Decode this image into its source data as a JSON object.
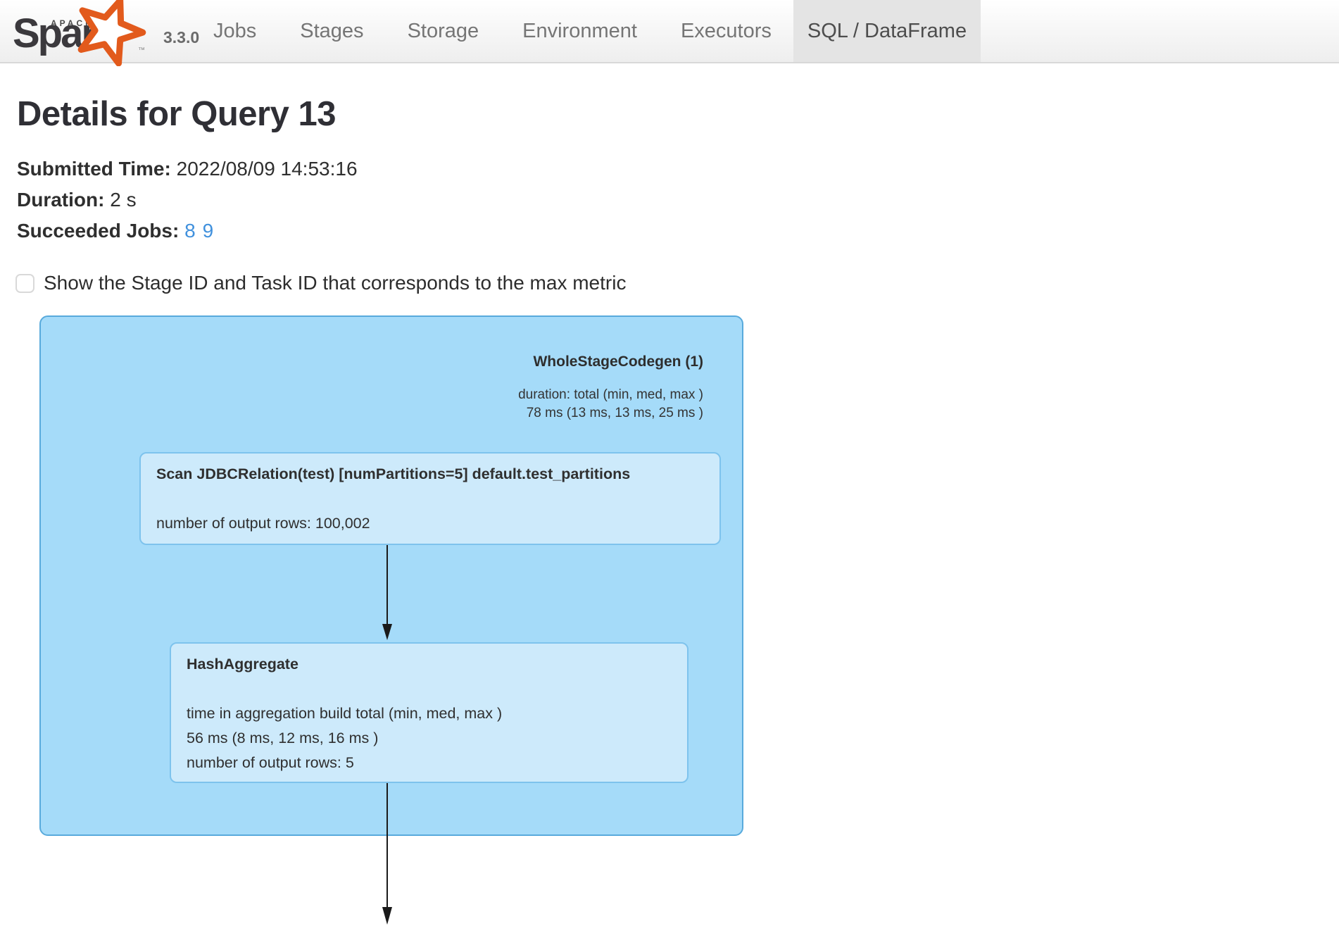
{
  "navbar": {
    "logo": {
      "apache": "APACHE",
      "spark": "Spark",
      "tm": "™",
      "version": "3.3.0"
    },
    "items": [
      {
        "label": "Jobs"
      },
      {
        "label": "Stages"
      },
      {
        "label": "Storage"
      },
      {
        "label": "Environment"
      },
      {
        "label": "Executors"
      },
      {
        "label": "SQL / DataFrame",
        "active": true
      }
    ]
  },
  "page": {
    "title": "Details for Query 13",
    "submitted_time_label": "Submitted Time:",
    "submitted_time_value": "2022/08/09 14:53:16",
    "duration_label": "Duration:",
    "duration_value": "2 s",
    "succeeded_jobs_label": "Succeeded Jobs:",
    "succeeded_jobs": [
      "8",
      "9"
    ],
    "checkbox_label": "Show the Stage ID and Task ID that corresponds to the max metric",
    "checkbox_checked": false
  },
  "plan": {
    "cluster": {
      "title": "WholeStageCodegen (1)",
      "metrics": [
        "duration: total (min, med, max )",
        "78 ms (13 ms, 13 ms, 25 ms )"
      ]
    },
    "nodes": [
      {
        "title": "Scan JDBCRelation(test) [numPartitions=5] default.test_partitions",
        "metrics": [
          "number of output rows: 100,002"
        ]
      },
      {
        "title": "HashAggregate",
        "metrics": [
          "time in aggregation build total (min, med, max )",
          "56 ms (8 ms, 12 ms, 16 ms )",
          "number of output rows: 5"
        ]
      }
    ]
  },
  "colors": {
    "accent-link": "#4191dd",
    "cluster-fill": "#a5dbf9",
    "cluster-border": "#58aadc",
    "node-fill": "#cdeafb",
    "node-border": "#7ec3ed",
    "navbar-active": "#e4e4e4",
    "spark-orange": "#e25a1c"
  }
}
